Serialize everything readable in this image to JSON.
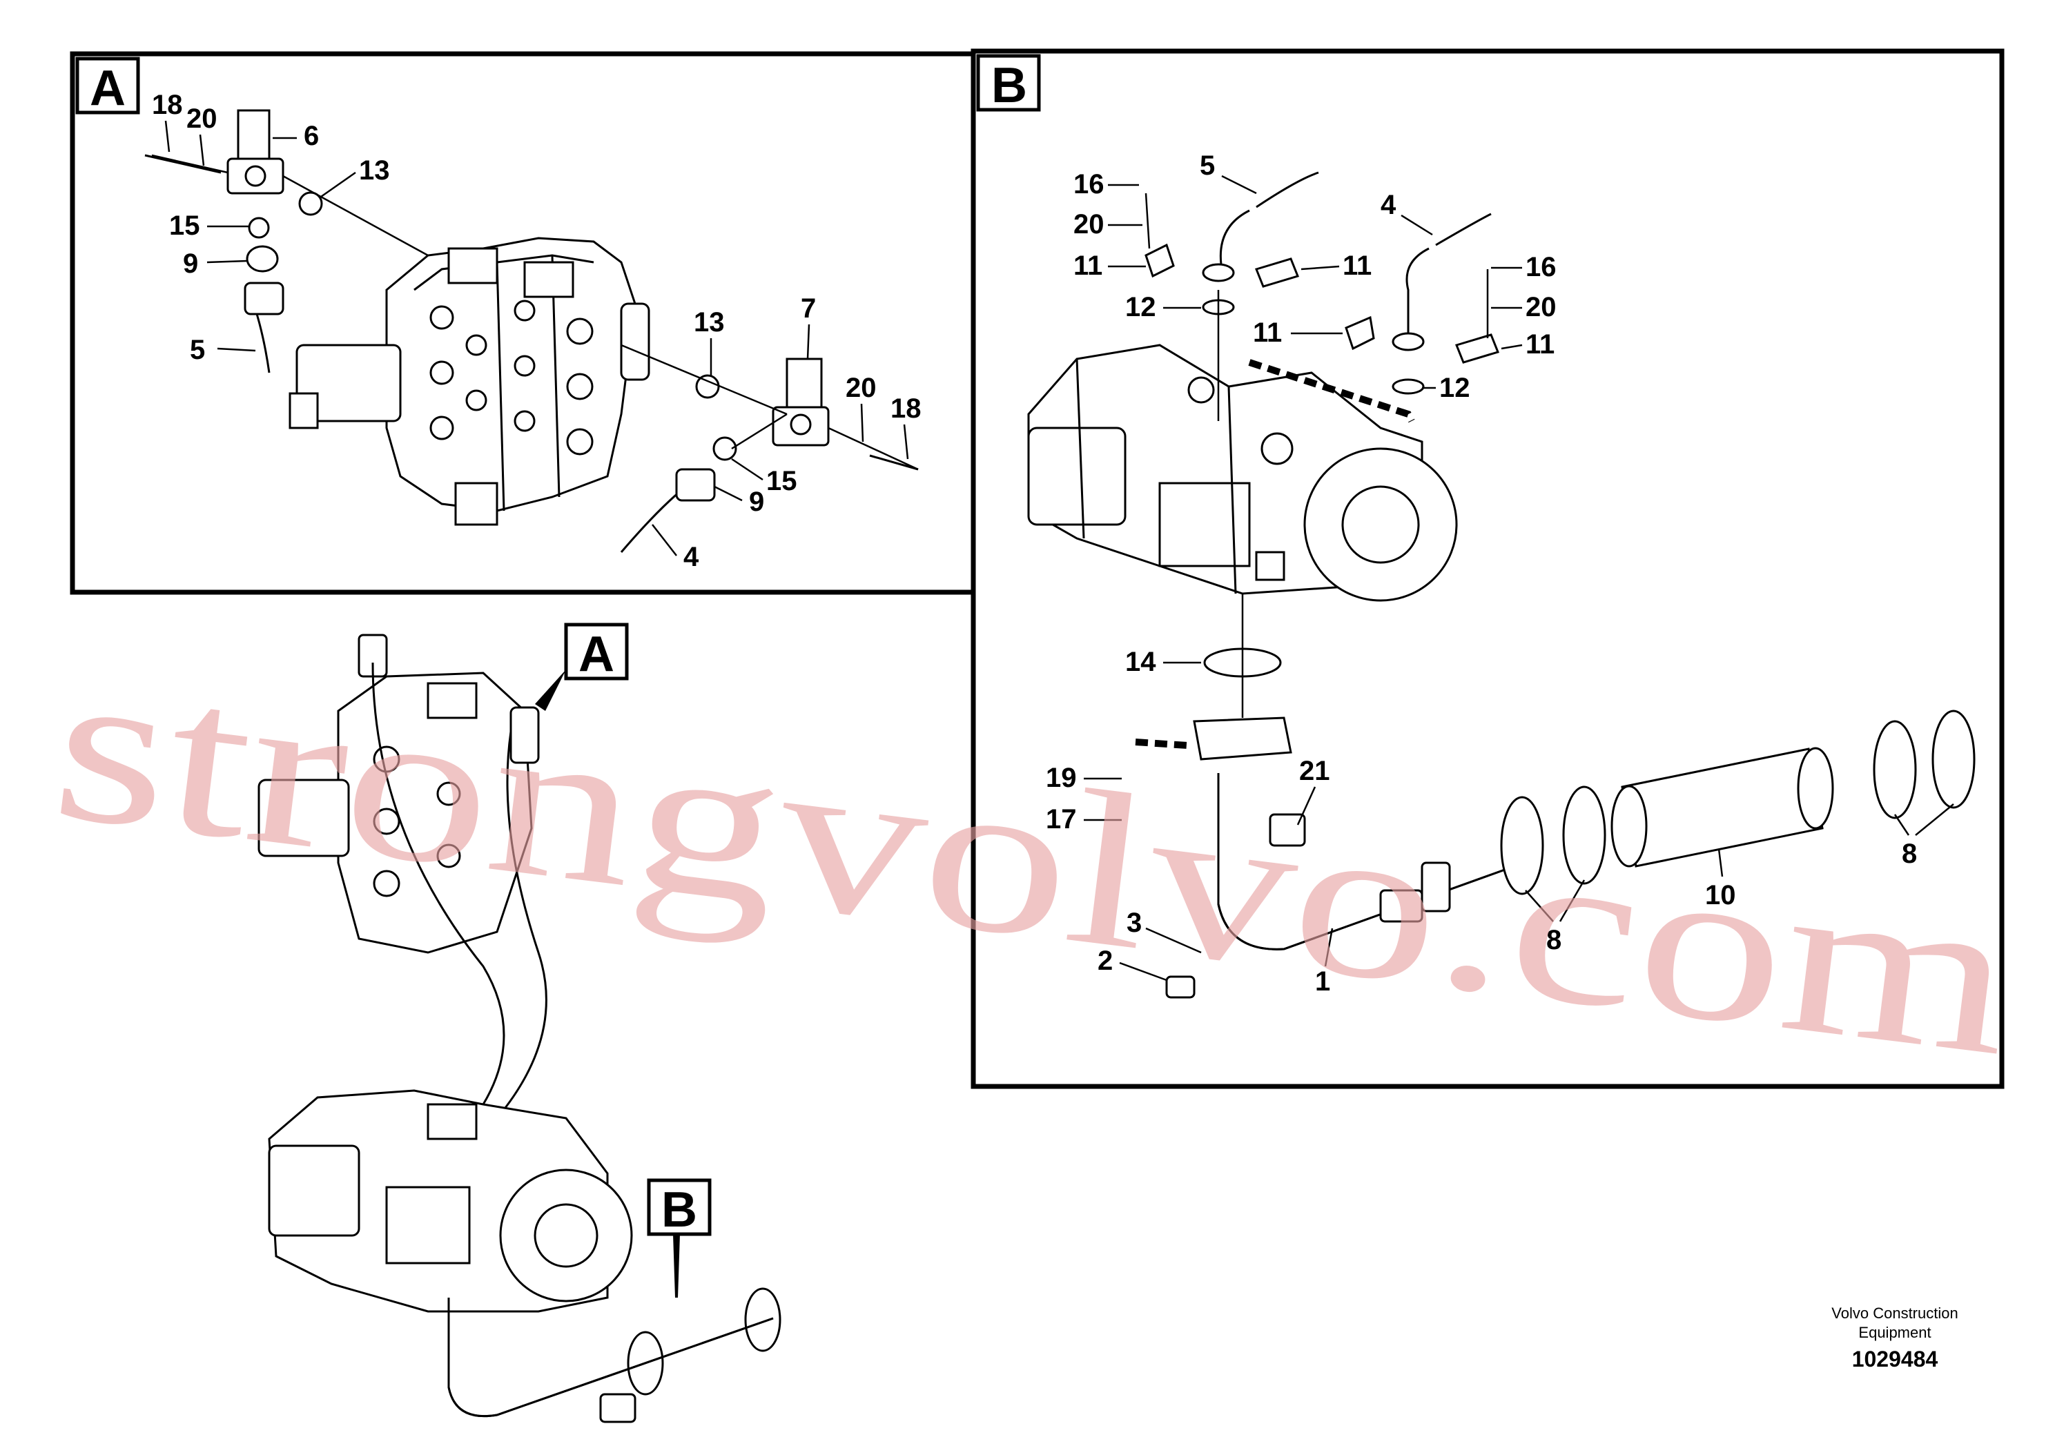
{
  "panels": {
    "a_tag": "A",
    "b_tag": "B",
    "a_labels": [
      "18",
      "20",
      "6",
      "13",
      "15",
      "9",
      "5",
      "13",
      "7",
      "20",
      "18",
      "15",
      "9",
      "4"
    ],
    "b_labels": [
      "16",
      "5",
      "20",
      "11",
      "11",
      "4",
      "16",
      "20",
      "11",
      "12",
      "11",
      "12",
      "14",
      "19",
      "21",
      "17",
      "3",
      "2",
      "1",
      "8",
      "10",
      "8"
    ]
  },
  "overview": {
    "a_tag": "A",
    "b_tag": "B"
  },
  "watermark": "strongvolvo.com",
  "credit": {
    "line1": "Volvo Construction",
    "line2": "Equipment",
    "number": "1029484"
  }
}
